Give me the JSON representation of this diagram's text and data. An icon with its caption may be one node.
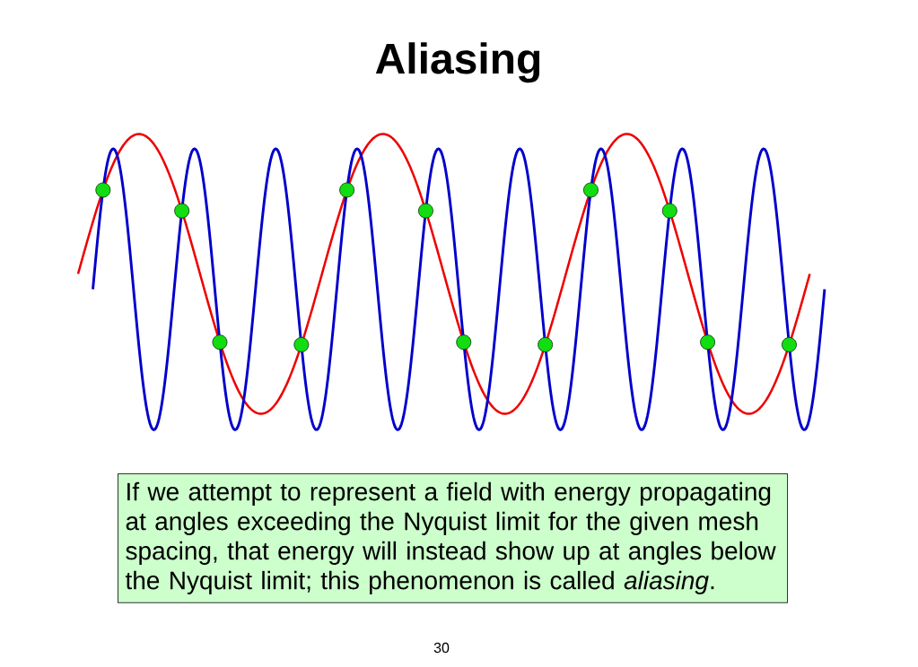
{
  "diagram": {
    "title": "Aliasing",
    "nodes": [
      {
        "text": [
          "If we attempt to represent a field with energy propagating at angles exceeding the Nyquist limit for the given mesh spacing, that energy will instead show up at angles below the Nyquist limit; this phenomenon is called *aliasing*."
        ]
      }
    ],
    "labels": [
      "30"
    ]
  }
}
